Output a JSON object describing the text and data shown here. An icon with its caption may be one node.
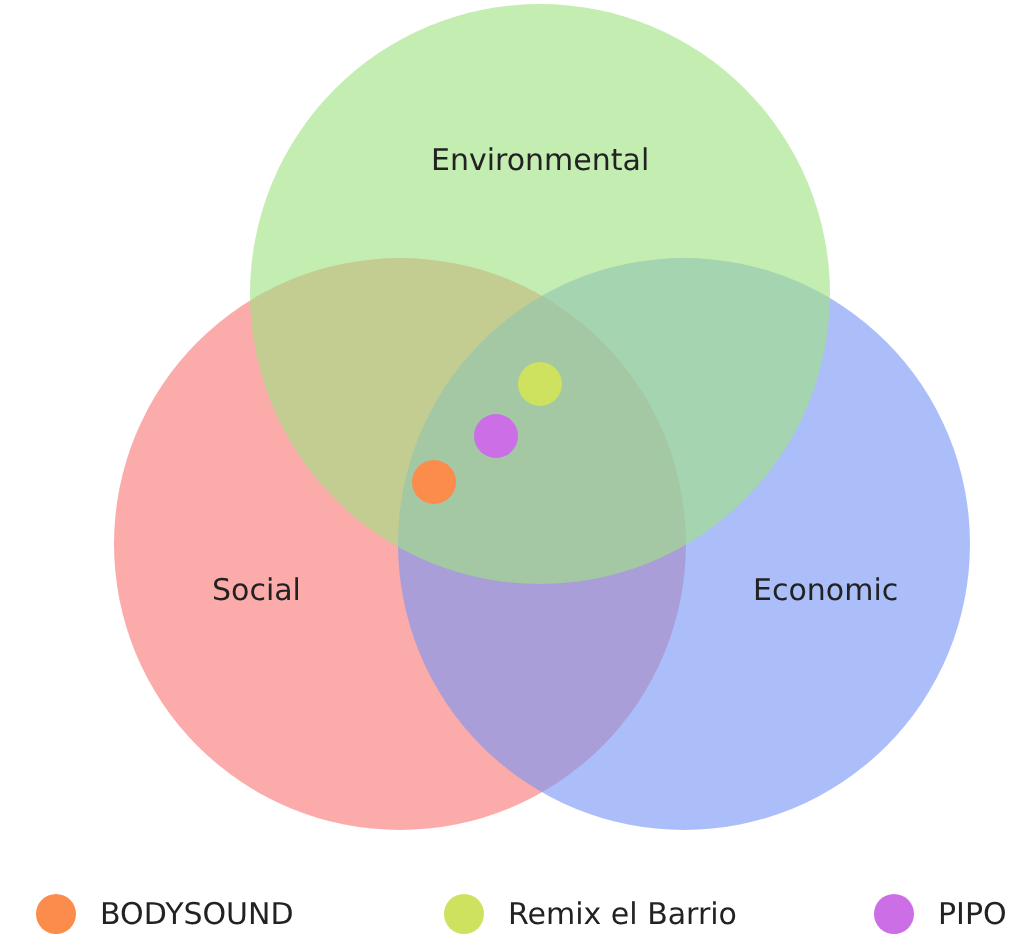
{
  "diagram": {
    "nodes": [
      {
        "text": [
          "Environmental"
        ]
      },
      {
        "text": [
          "Social"
        ]
      },
      {
        "text": [
          "Economic"
        ]
      }
    ],
    "legend": [
      {
        "text": "BODYSOUND",
        "color": "#fb8c4c"
      },
      {
        "text": "Remix el Barrio",
        "color": "#cfe260"
      },
      {
        "text": "PIPO",
        "color": "#cc6ee6"
      }
    ]
  }
}
